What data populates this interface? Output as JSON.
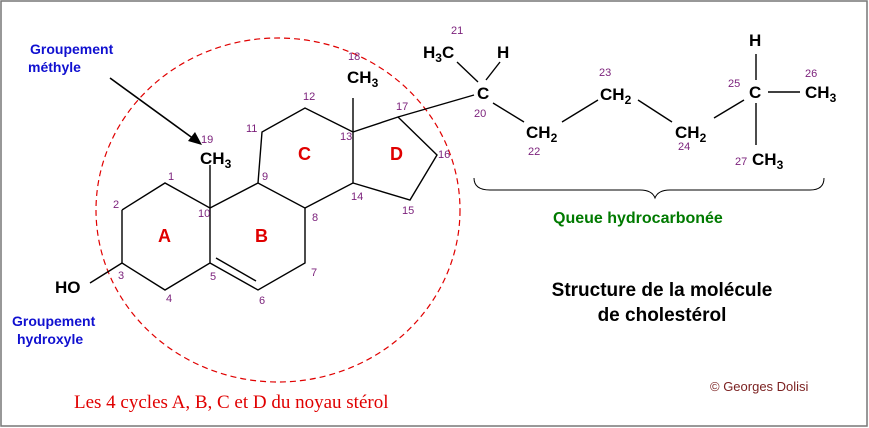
{
  "title_line1": "Structure de la molécule",
  "title_line2": "de cholestérol",
  "caption": "Les 4 cycles A, B, C et D du noyau stérol",
  "credit": "© Georges Dolisi",
  "labels": {
    "methyl_line1": "Groupement",
    "methyl_line2": "méthyle",
    "hydroxyl_line1": "Groupement",
    "hydroxyl_line2": "hydroxyle",
    "tail": "Queue hydrocarbonée"
  },
  "rings": {
    "A": "A",
    "B": "B",
    "C": "C",
    "D": "D"
  },
  "atoms": {
    "ho": "HO",
    "ch3_19": "CH",
    "ch3_19_sub": "3",
    "ch3_18": "CH",
    "ch3_18_sub": "3",
    "h3c_21": "H",
    "h3c_21_sub": "3",
    "h3c_21_c": "C",
    "h_20": "H",
    "c_20": "C",
    "ch2_22": "CH",
    "ch2_22_sub": "2",
    "ch2_23": "CH",
    "ch2_23_sub": "2",
    "ch2_24": "CH",
    "ch2_24_sub": "2",
    "h_25": "H",
    "c_25": "C",
    "ch3_26": "CH",
    "ch3_26_sub": "3",
    "ch3_27": "CH",
    "ch3_27_sub": "3"
  },
  "numbers": {
    "n1": "1",
    "n2": "2",
    "n3": "3",
    "n4": "4",
    "n5": "5",
    "n6": "6",
    "n7": "7",
    "n8": "8",
    "n9": "9",
    "n10": "10",
    "n11": "11",
    "n12": "12",
    "n13": "13",
    "n14": "14",
    "n15": "15",
    "n16": "16",
    "n17": "17",
    "n18": "18",
    "n19": "19",
    "n20": "20",
    "n21": "21",
    "n22": "22",
    "n23": "23",
    "n24": "24",
    "n25": "25",
    "n26": "26",
    "n27": "27"
  },
  "colors": {
    "frame": "#777777",
    "accent_red": "#e00000",
    "label_blue": "#1010d0",
    "label_green": "#007a00",
    "atom_number": "#7a1f7a"
  }
}
